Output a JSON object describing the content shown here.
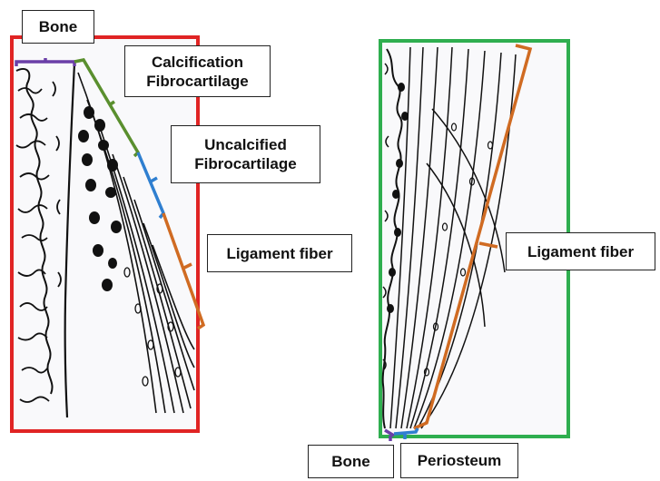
{
  "colors": {
    "left_panel_border": "#e02424",
    "right_panel_border": "#2fae4f",
    "bone_bracket": "#6a3fa8",
    "calcified_bracket": "#5a8f2e",
    "uncalcified_bracket": "#2f7fd0",
    "ligament_bracket": "#d06b22",
    "periosteum_bracket": "#2f7fd0",
    "ink": "#111111"
  },
  "left_panel": {
    "labels": {
      "bone": "Bone",
      "calcified_line1": "Calcification",
      "calcified_line2": "Fibrocartilage",
      "uncalcified_line1": "Uncalcified",
      "uncalcified_line2": "Fibrocartilage",
      "ligament": "Ligament fiber"
    }
  },
  "right_panel": {
    "labels": {
      "ligament": "Ligament fiber",
      "bone": "Bone",
      "periosteum": "Periosteum"
    }
  }
}
